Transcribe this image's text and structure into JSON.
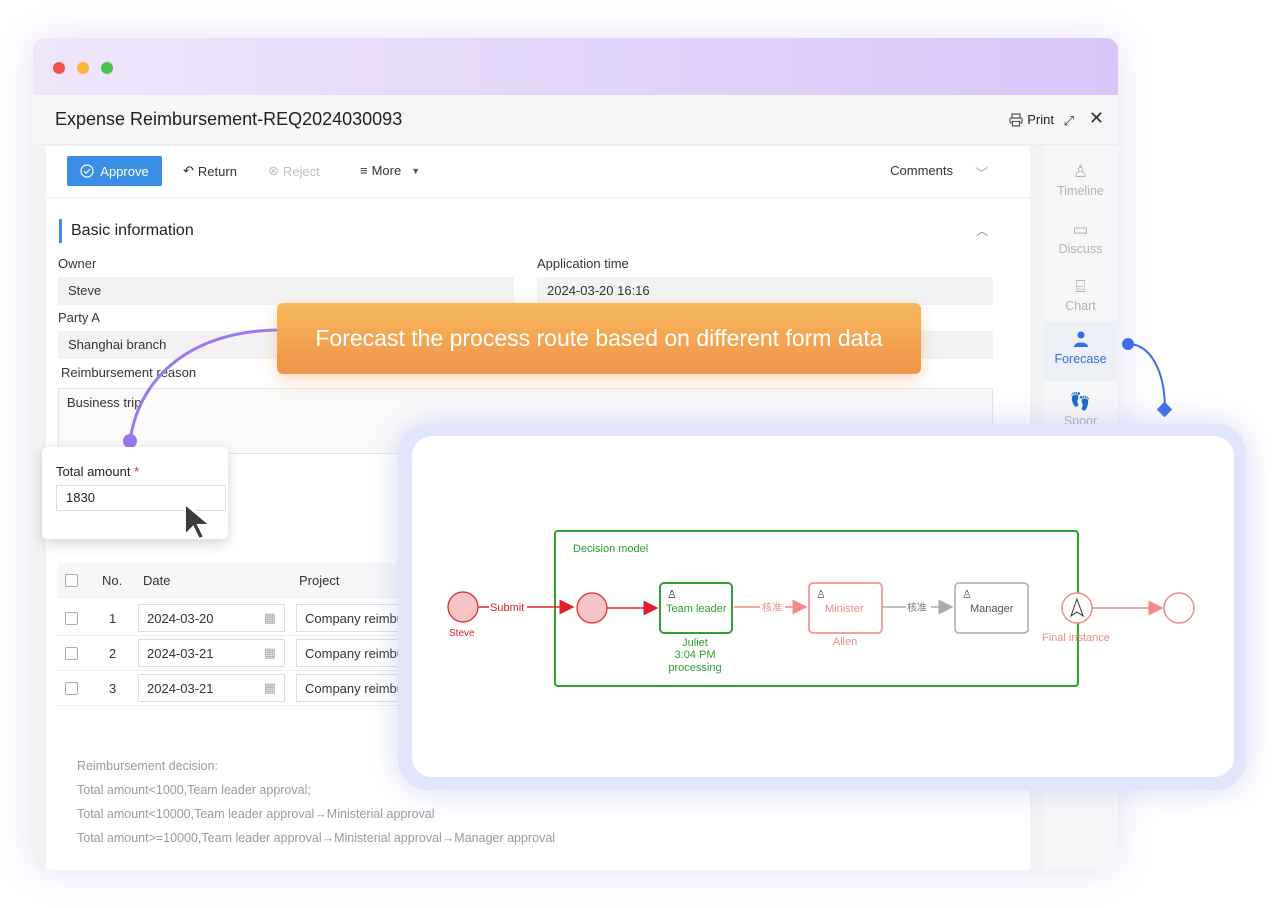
{
  "window": {
    "title": "Expense Reimbursement-REQ2024030093",
    "print_label": "Print"
  },
  "toolbar": {
    "approve_label": "Approve",
    "return_label": "Return",
    "reject_label": "Reject",
    "more_label": "More",
    "comments_label": "Comments"
  },
  "basic_info": {
    "section_title": "Basic information",
    "owner_label": "Owner",
    "owner_value": "Steve",
    "application_time_label": "Application time",
    "application_time_value": "2024-03-20 16:16",
    "party_a_label": "Party A",
    "party_a_value": "Shanghai branch",
    "reason_label": "Reimbursement reason",
    "reason_value": "Business trip"
  },
  "amount_card": {
    "label": "Total amount",
    "required_mark": "*",
    "value": "1830"
  },
  "table": {
    "headers": {
      "no": "No.",
      "date": "Date",
      "project": "Project"
    },
    "rows": [
      {
        "no": "1",
        "date": "2024-03-20",
        "project": "Company reimbursement"
      },
      {
        "no": "2",
        "date": "2024-03-21",
        "project": "Company reimbursement"
      },
      {
        "no": "3",
        "date": "2024-03-21",
        "project": "Company reimbursement"
      }
    ]
  },
  "decision_notes": {
    "title": "Reimbursement decision:",
    "line1": "Total amount<1000,Team leader approval;",
    "line2": "Total amount<10000,Team leader approval→Ministerial approval",
    "line3": "Total amount>=10000,Team leader approval→Ministerial approval→Manager approval"
  },
  "sidebar": {
    "items": [
      {
        "label": "Timeline",
        "icon": "user-stamp-icon"
      },
      {
        "label": "Discuss",
        "icon": "chat-icon"
      },
      {
        "label": "Chart",
        "icon": "flowchart-icon"
      },
      {
        "label": "Forecase",
        "icon": "forecast-user-icon"
      },
      {
        "label": "Spoor",
        "icon": "footprint-icon"
      }
    ]
  },
  "banner": {
    "text": "Forecast the process route based on different form data"
  },
  "flow": {
    "start_user": "Steve",
    "submit_label": "Submit",
    "decision_model_label": "Decision model",
    "team_leader_label": "Team leader",
    "team_leader_user": "Juliet",
    "team_leader_time": "3:04 PM",
    "team_leader_status": "processing",
    "approve_label_1": "核准",
    "minister_label": "Minister",
    "minister_user": "Allen",
    "approve_label_2": "核准",
    "manager_label": "Manager",
    "final_label": "Final instance",
    "colors": {
      "active": "#2ea12e",
      "forecast": "#f08a8a",
      "submit": "#e0202a",
      "inactive": "#9a9a9a"
    }
  }
}
